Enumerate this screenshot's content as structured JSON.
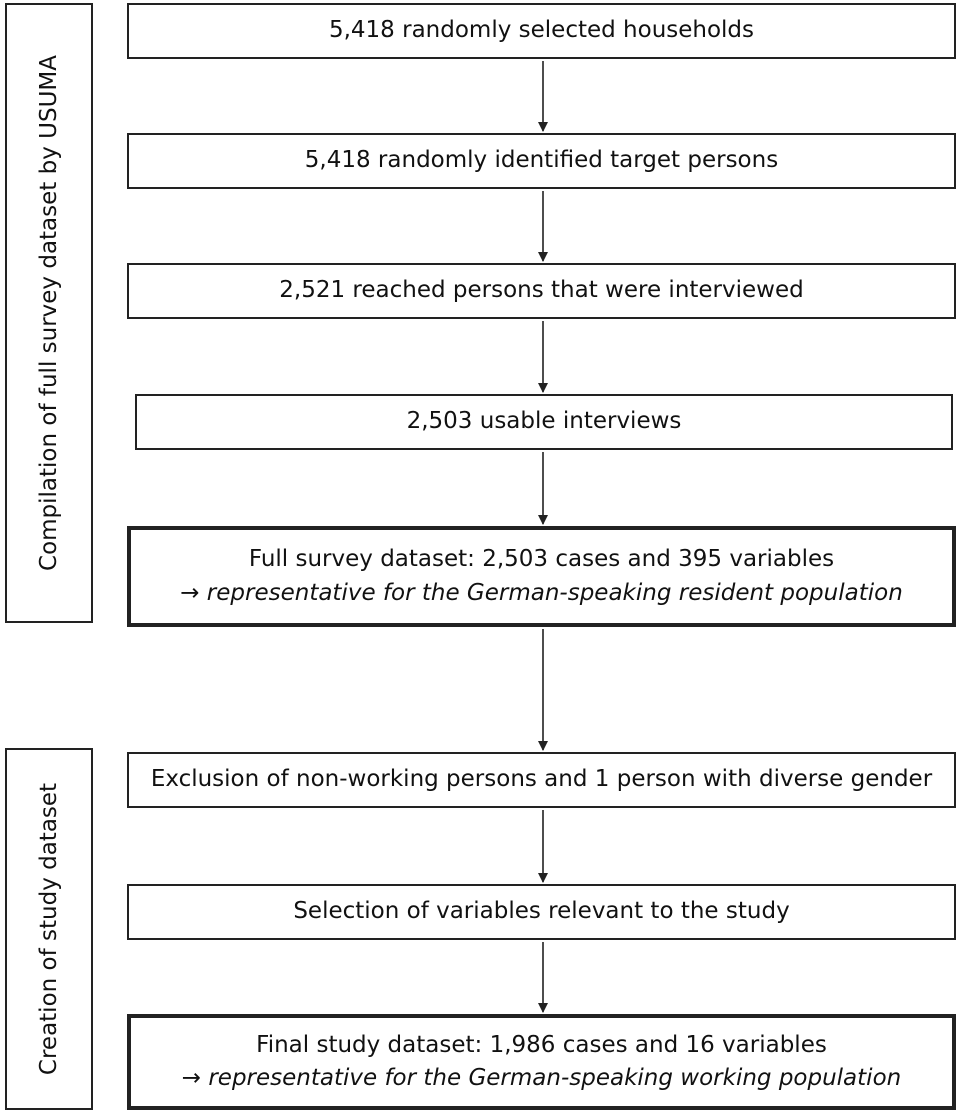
{
  "side_labels": {
    "compilation": "Compilation of full survey dataset by USUMA",
    "creation": "Creation of study dataset"
  },
  "steps": [
    {
      "text": "5,418 randomly selected households"
    },
    {
      "text": "5,418 randomly identified target persons"
    },
    {
      "text": "2,521 reached persons that were interviewed"
    },
    {
      "text": "2,503 usable interviews"
    },
    {
      "text": "Full survey dataset: 2,503 cases and 395 variables",
      "note": "→ representative for the German-speaking resident population"
    },
    {
      "text": "Exclusion of non-working persons and 1 person with diverse gender"
    },
    {
      "text": "Selection of variables relevant to the study"
    },
    {
      "text": "Final study dataset: 1,986 cases and 16 variables",
      "note": "→ representative for the German-speaking working population"
    }
  ]
}
